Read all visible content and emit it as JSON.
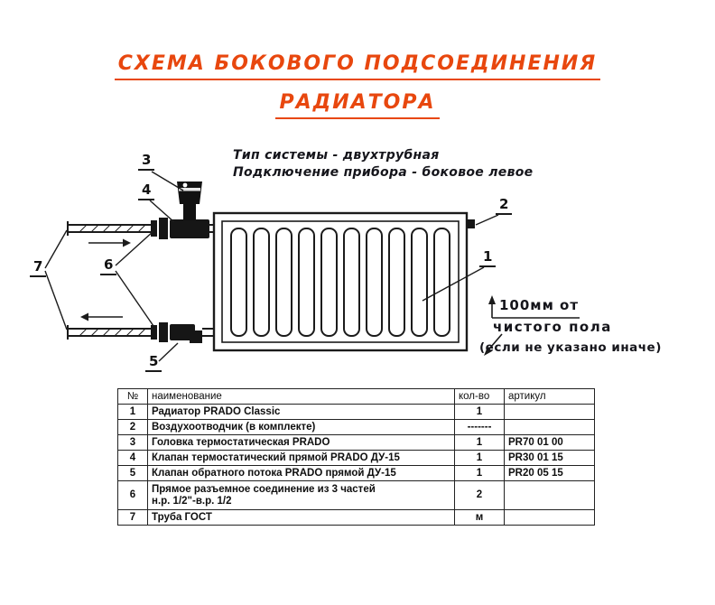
{
  "title": {
    "line1": "СХЕМА БОКОВОГО ПОДСОЕДИНЕНИЯ",
    "line2": "РАДИАТОРА"
  },
  "notes": {
    "system_type": "Тип системы - двухтрубная",
    "connection": "Подключение прибора - боковое левое"
  },
  "callouts": {
    "c1": "1",
    "c2": "2",
    "c3": "3",
    "c4": "4",
    "c5": "5",
    "c6": "6",
    "c7": "7"
  },
  "dimension": {
    "line1": "100мм от",
    "line2": "чистого пола",
    "line3": "(если не указано иначе)"
  },
  "table": {
    "headers": {
      "num": "№",
      "name": "наименование",
      "qty": "кол-во",
      "article": "артикул"
    },
    "rows": [
      {
        "num": "1",
        "name": "Радиатор PRADO Classic",
        "qty": "1",
        "article": ""
      },
      {
        "num": "2",
        "name": "Воздухоотводчик (в комплекте)",
        "qty": "-------",
        "article": ""
      },
      {
        "num": "3",
        "name": "Головка термостатическая PRADO",
        "qty": "1",
        "article": "PR70 01 00"
      },
      {
        "num": "4",
        "name": "Клапан термостатический прямой PRADO ДУ-15",
        "qty": "1",
        "article": "PR30 01 15"
      },
      {
        "num": "5",
        "name": "Клапан обратного потока PRADO прямой ДУ-15",
        "qty": "1",
        "article": "PR20 05 15"
      },
      {
        "num": "6",
        "name": "Прямое разъемное соединение из 3 частей",
        "name2": "н.р. 1/2\"-в.р. 1/2",
        "qty": "2",
        "article": ""
      },
      {
        "num": "7",
        "name": "Труба ГОСТ",
        "qty": "м",
        "article": ""
      }
    ]
  },
  "colors": {
    "accent": "#e8470e",
    "ink": "#1b1b1b"
  }
}
